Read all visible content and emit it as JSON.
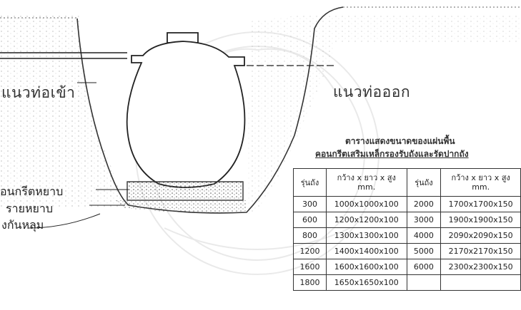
{
  "labels": {
    "inlet": "แนวท่อเข้า",
    "outlet": "แนวท่อออก",
    "concrete": "อนกรีตหยาบ",
    "sand": "รายหยาบ",
    "pit": "งกันหลุม"
  },
  "table": {
    "title_line1": "ตารางแสดงขนาดของแผ่นพื้น",
    "title_line2": "คอนกรีตเสริมเหล็กรองรับถังและรัดปากถัง",
    "headers": {
      "model": "รุ่นถัง",
      "size": "กว้าง x ยาว x สูง",
      "unit": "mm.",
      "model2": "รุ่นถัง",
      "size2": "กว้าง x ยาว x สูง",
      "unit2": "mm."
    },
    "rows": [
      {
        "m1": "300",
        "s1": "1000x1000x100",
        "m2": "2000",
        "s2": "1700x1700x150"
      },
      {
        "m1": "600",
        "s1": "1200x1200x100",
        "m2": "3000",
        "s2": "1900x1900x150"
      },
      {
        "m1": "800",
        "s1": "1300x1300x100",
        "m2": "4000",
        "s2": "2090x2090x150"
      },
      {
        "m1": "1200",
        "s1": "1400x1400x100",
        "m2": "5000",
        "s2": "2170x2170x150"
      },
      {
        "m1": "1600",
        "s1": "1600x1600x100",
        "m2": "6000",
        "s2": "2300x2300x150"
      },
      {
        "m1": "1800",
        "s1": "1650x1650x100",
        "m2": "",
        "s2": ""
      }
    ]
  }
}
